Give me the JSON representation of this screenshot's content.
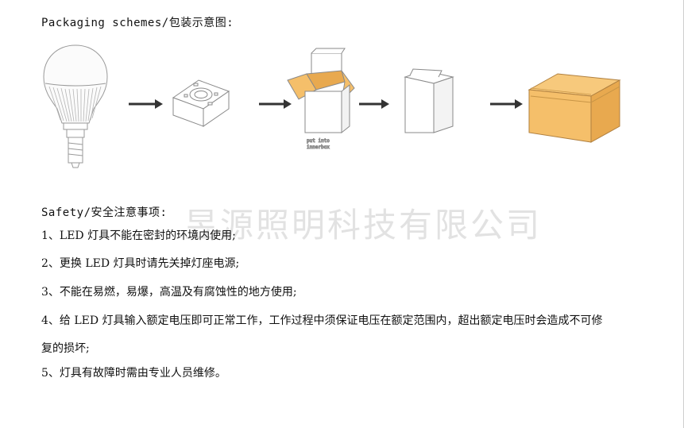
{
  "packaging": {
    "title": "Packaging schemes/包装示意图:",
    "caption_line1": "put into",
    "caption_line2": "innerbox"
  },
  "safety": {
    "title": "Safety/安全注意事项:",
    "rules": [
      "1、LED 灯具不能在密封的环境内使用;",
      "2、更换 LED 灯具时请先关掉灯座电源;",
      "3、不能在易燃，易爆，高温及有腐蚀性的地方使用;",
      "4、给 LED 灯具输入额定电压即可正常工作，工作过程中须保证电压在额定范围内，超出额定电压时会造成不可修",
      "复的损坏;",
      "5、灯具有故障时需由专业人员维修。"
    ]
  },
  "watermark": {
    "text": "昱源照明科技有限公司"
  },
  "colors": {
    "cardboard": "#f5bf6a",
    "cardboard_dark": "#e8a94f",
    "line": "#9a9a9a"
  }
}
